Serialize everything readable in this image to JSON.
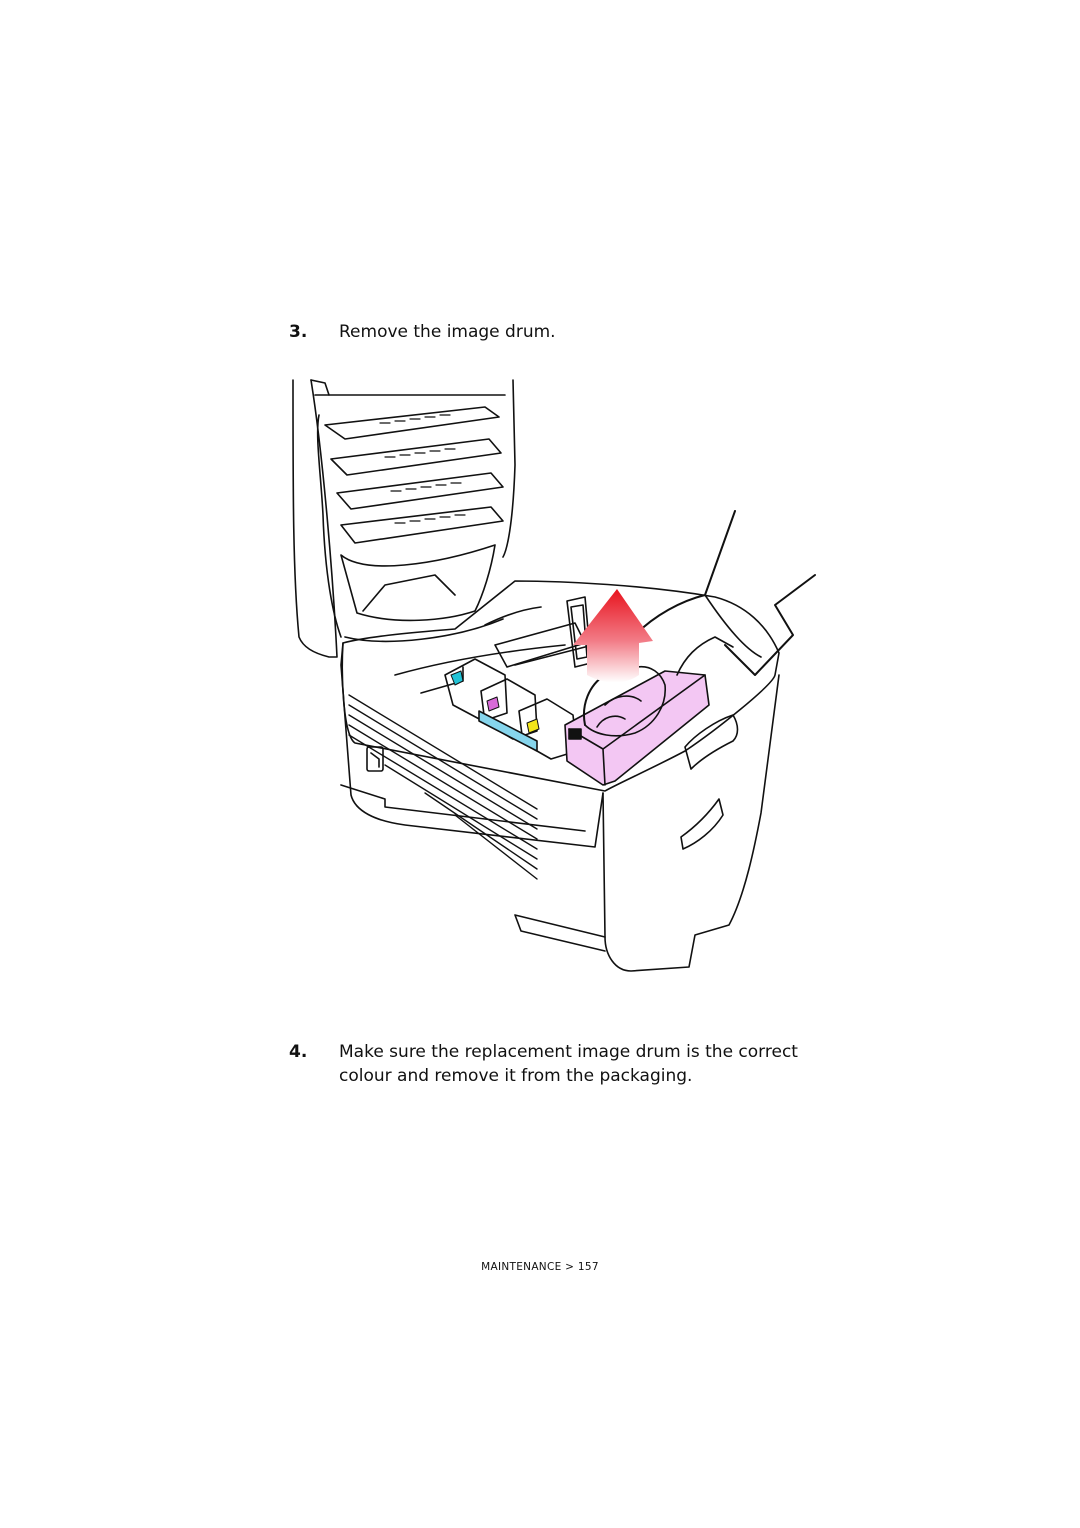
{
  "steps": [
    {
      "number": "3.",
      "text": "Remove the image drum."
    },
    {
      "number": "4.",
      "text": "Make sure the replacement image drum is the correct colour and remove it from the packaging."
    }
  ],
  "footer": {
    "section": "MAINTENANCE",
    "separator": ">",
    "page": "157"
  },
  "colors": {
    "cyan_marker": "#22c3d6",
    "magenta_marker": "#d86ad8",
    "yellow_marker": "#f3e61a",
    "drum_highlight": "#f3c7f3",
    "arrow_red": "#e8141e",
    "handle_cyan": "#86d5ec"
  }
}
